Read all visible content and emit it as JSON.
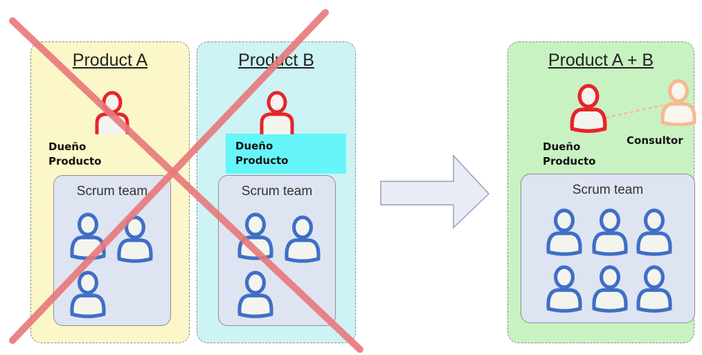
{
  "products": {
    "a": {
      "title": "Product A",
      "fill": "#fbf7c8"
    },
    "b": {
      "title": "Product B",
      "fill": "#cdf3f5"
    },
    "ab": {
      "title": "Product A + B",
      "fill": "#c9f2c2"
    }
  },
  "roles": {
    "owner_line1": "Dueño",
    "owner_line2": "Producto",
    "consultant": "Consultor"
  },
  "team_label": "Scrum team",
  "colors": {
    "owner_outline": "#e8242a",
    "member_outline": "#3f6fc6",
    "consultant_outline": "#f7b992",
    "cross": "#e8787b",
    "arrow_fill": "#e8ecf6",
    "highlight": "#66f6f9"
  },
  "icons": {
    "person": "person-icon",
    "arrow": "right-arrow-icon"
  }
}
